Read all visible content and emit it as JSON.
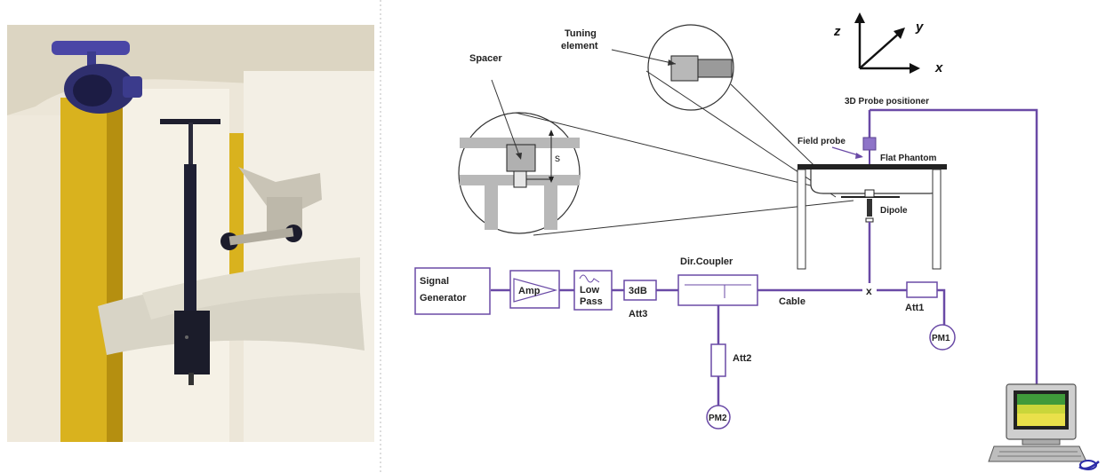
{
  "labels": {
    "tuning_element_line1": "Tuning",
    "tuning_element_line2": "element",
    "spacer": "Spacer",
    "s": "s",
    "axis_z": "z",
    "axis_y": "y",
    "axis_x": "x",
    "probe_positioner": "3D Probe positioner",
    "field_probe": "Field probe",
    "flat_phantom": "Flat Phantom",
    "dipole": "Dipole",
    "signal_generator_line1": "Signal",
    "signal_generator_line2": "Generator",
    "amp": "Amp",
    "low_pass_line1": "Low",
    "low_pass_line2": "Pass",
    "attenuator_3db": "3dB",
    "att3": "Att3",
    "dir_coupler": "Dir.Coupler",
    "cable": "Cable",
    "junction_x": "x",
    "att1": "Att1",
    "pm1": "PM1",
    "att2": "Att2",
    "pm2": "PM2"
  },
  "colors": {
    "cable": "#6a4aa6",
    "photo_yellow": "#d9b21e",
    "photo_knob": "#3b3b8c",
    "monitor_top": "#3f9a3a",
    "monitor_bottom": "#e9e04a"
  }
}
